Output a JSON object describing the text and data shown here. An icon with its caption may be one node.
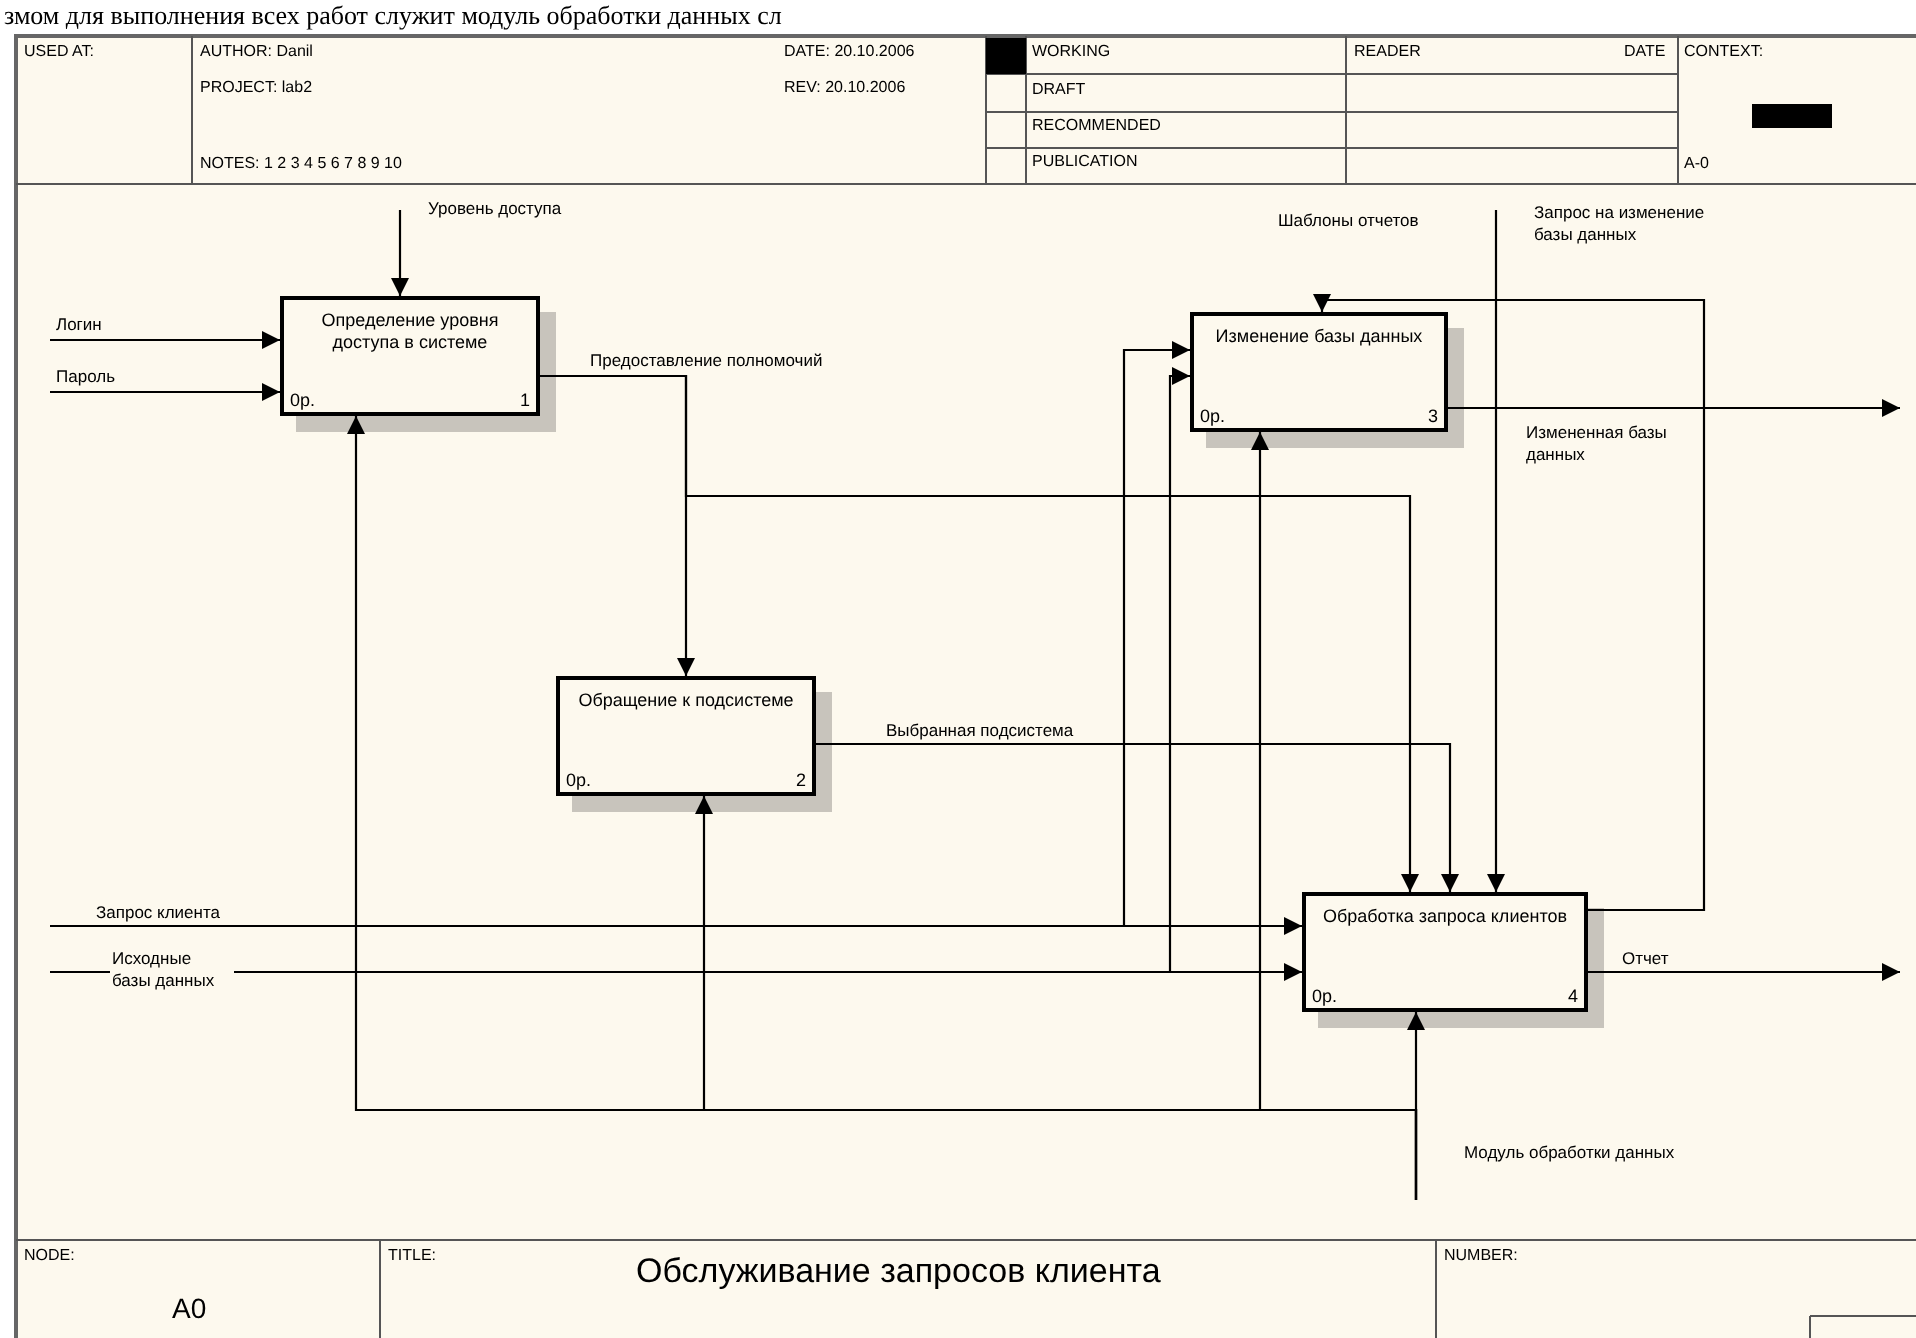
{
  "diagram": {
    "title": "Обслуживание запросов клиента",
    "nodes": [
      {
        "text": [
          "Определение уровня доступа в системе",
          "0р.",
          "1"
        ]
      },
      {
        "text": [
          "Обращение к подсистеме",
          "0р.",
          "2"
        ]
      },
      {
        "text": [
          "Изменение базы данных",
          "0р.",
          "3"
        ]
      },
      {
        "text": [
          "Обработка запроса клиентов",
          "0р.",
          "4"
        ]
      }
    ],
    "edges": [
      {
        "from": null,
        "to": 0,
        "arrow": "to",
        "label": "Уровень доступа"
      },
      {
        "from": null,
        "to": 0,
        "arrow": "to",
        "label": "Логин"
      },
      {
        "from": null,
        "to": 0,
        "arrow": "to",
        "label": "Пароль"
      },
      {
        "from": 0,
        "to": 1,
        "arrow": "to",
        "label": "Предоставление полномочий"
      },
      {
        "from": 0,
        "to": 3,
        "arrow": "to"
      },
      {
        "from": 1,
        "to": 3,
        "arrow": "to",
        "label": "Выбранная подсистема"
      },
      {
        "from": null,
        "to": 3,
        "arrow": "to",
        "label": "Шаблоны отчетов"
      },
      {
        "from": 3,
        "to": 2,
        "arrow": "to",
        "label": "Запрос на изменение базы данных"
      },
      {
        "from": 2,
        "to": null,
        "arrow": "to",
        "label": "Измененная базы данных"
      },
      {
        "from": null,
        "to": 3,
        "arrow": "to",
        "label": "Запрос клиента"
      },
      {
        "from": null,
        "to": 2,
        "arrow": "to"
      },
      {
        "from": null,
        "to": 3,
        "arrow": "to",
        "label": "Исходные базы данных"
      },
      {
        "from": null,
        "to": 2,
        "arrow": "to"
      },
      {
        "from": 3,
        "to": null,
        "arrow": "to",
        "label": "Отчет"
      },
      {
        "from": null,
        "to": 3,
        "arrow": "to",
        "label": "Модуль обработки данных"
      },
      {
        "from": null,
        "to": 0,
        "arrow": "to"
      },
      {
        "from": null,
        "to": 1,
        "arrow": "to"
      },
      {
        "from": null,
        "to": 2,
        "arrow": "to"
      }
    ],
    "labels": [
      "змом для выполнения всех работ служит модуль обработки данных сл",
      "USED AT:",
      "AUTHOR: Danil",
      "PROJECT: lab2",
      "NOTES: 1 2 3 4 5 6 7 8 9 10",
      "DATE: 20.10.2006",
      "REV: 20.10.2006",
      "WORKING",
      "DRAFT",
      "RECOMMENDED",
      "PUBLICATION",
      "READER",
      "DATE",
      "CONTEXT:",
      "A-0",
      "NODE:",
      "A0",
      "TITLE:",
      "NUMBER:"
    ]
  }
}
